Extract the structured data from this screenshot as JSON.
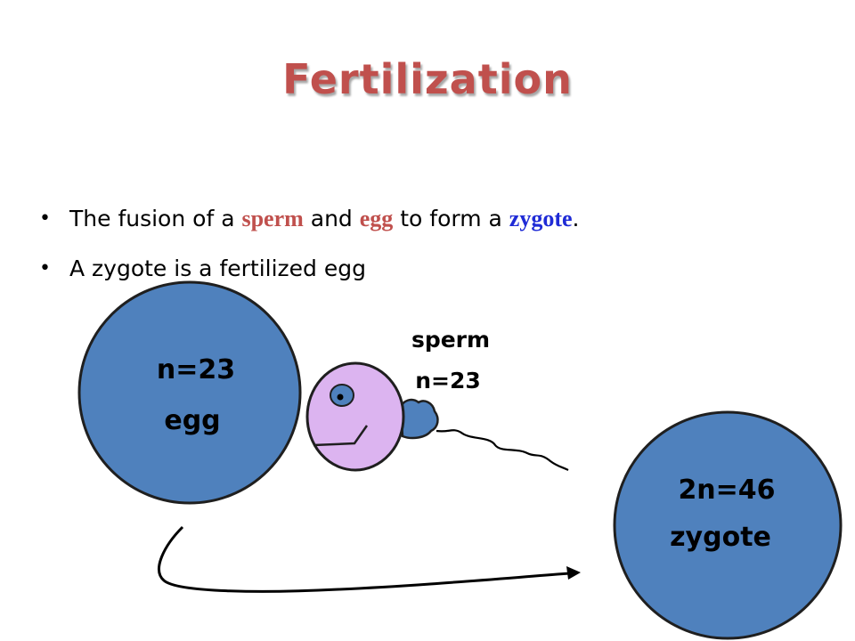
{
  "title": "Fertilization",
  "bullets": {
    "b1": {
      "t1": "The fusion of a ",
      "k1": "sperm",
      "t2": " and ",
      "k2": "egg",
      "t3": " to form a ",
      "k3": "zygote",
      "t4": "."
    },
    "b2": "A zygote is a fertilized egg"
  },
  "diagram": {
    "egg": {
      "line1": "n=23",
      "line2": "egg"
    },
    "sperm": {
      "line1": "sperm",
      "line2": "n=23"
    },
    "zygote": {
      "line1": "2n=46",
      "line2": "zygote"
    }
  },
  "colors": {
    "title": "#c0504d",
    "cell_fill": "#4f81bd",
    "cell_stroke": "#1f1f1f",
    "sperm_face": "#dcb4f0",
    "keyword_red": "#c0504d",
    "keyword_blue": "#1f2bd6"
  }
}
